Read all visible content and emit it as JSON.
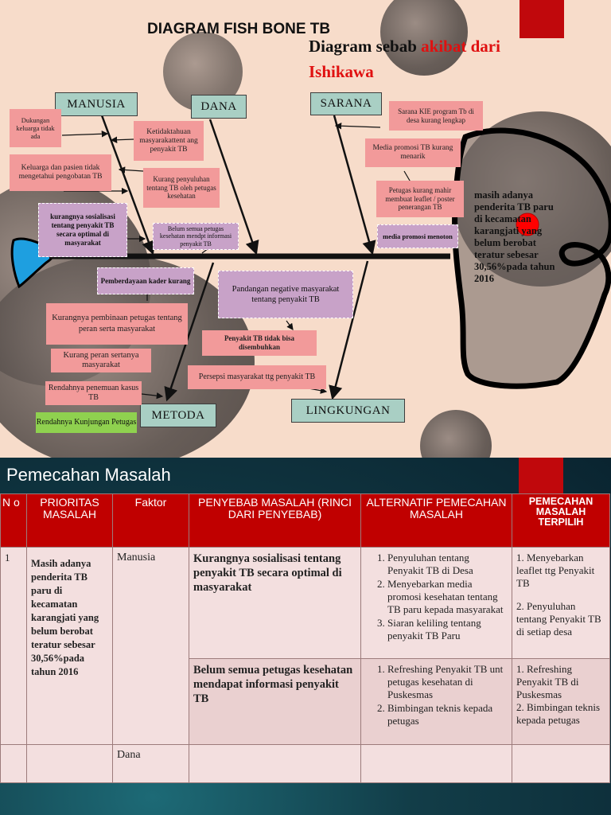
{
  "slide1": {
    "title": "DIAGRAM FISH BONE TB",
    "subtitle_part1": "Diagram sebab ",
    "subtitle_part2": "akibat dari",
    "subtitle_line2": "Ishikawa",
    "categories": {
      "manusia": "MANUSIA",
      "dana": "DANA",
      "sarana": "SARANA",
      "metoda": "METODA",
      "lingkungan": "LINGKUNGAN"
    },
    "causes": {
      "dukungan_keluarga": "Dukungan keluarga tidak ada",
      "keluarga_pasien": "Keluarga dan pasien tidak mengetahui pengobatan TB",
      "ketidaktahuan": "Ketidaktahuan masyarakattent ang penyakit TB",
      "kurang_penyuluhan": "Kurang penyuluhan tentang TB oleh petugas kesehatan",
      "kurangnya_sosialisasi": "kurangnya sosialisasi tentang penyakit TB secara optimal di masyarakat",
      "belum_semua_petugas": "Belum semua petugas kesehatan mendpt informasi penyakit TB",
      "sarana_kie": "Sarana KIE program Tb di desa kurang lengkap",
      "media_promosi": "Media promosi TB kurang menarik",
      "petugas_kurang_mahir": "Petugas kurang mahir membuat leaflet / poster penerangan TB",
      "media_promosi_menoton": "media promosi menoton",
      "pemberdayaan_kader": "Pemberdayaan kader kurang",
      "pembinaan_petugas": "Kurangnya pembinaan petugas tentang peran serta  masyarakat",
      "kurang_peran": "Kurang peran sertanya masyarakat",
      "penemuan_kasus": "Rendahnya penemuan kasus TB",
      "kunjungan_petugas": "Rendahnya Kunjungan Petugas",
      "pandangan_negative": "Pandangan negative masyarakat tentang penyakit TB",
      "tidak_bisa_sembuh": "Penyakit TB tidak bisa disembuhkan",
      "persepsi": "Persepsi masyarakat ttg penyakit TB"
    },
    "effect": "masih adanya penderita TB paru di kecamatan karangjati yang belum berobat teratur sebesar 30,56%pada tahun 2016",
    "colors": {
      "pink": "#f29a9a",
      "purple": "#c8a2c8",
      "green": "#8fd14f",
      "teal": "#a9cfc4",
      "head_blue": "#1e9fe0",
      "dot_red": "#ff0000"
    }
  },
  "slide2": {
    "title": "Pemecahan Masalah",
    "headers": [
      "N o",
      "PRIORITAS MASALAH",
      "Faktor",
      "PENYEBAB MASALAH (RINCI DARI PENYEBAB)",
      "ALTERNATIF PEMECAHAN MASALAH",
      "PEMECAHAN MASALAH TERPILIH"
    ],
    "row1": {
      "no": "1",
      "prioritas": "Masih adanya penderita TB paru di kecamatan karangjati yang belum berobat teratur sebesar 30,56%pada tahun 2016",
      "faktor": "Manusia",
      "penyebab": "Kurangnya sosialisasi tentang penyakit TB secara optimal di masyarakat",
      "alternatif": [
        "Penyuluhan tentang Penyakit TB di Desa",
        "Menyebarkan media promosi kesehatan tentang TB paru kepada masyarakat",
        "Siaran keliling tentang penyakit TB Paru"
      ],
      "terpilih_1": "1. Menyebarkan leaflet ttg Penyakit TB",
      "terpilih_2": "2. Penyuluhan tentang Penyakit TB di setiap desa"
    },
    "row2": {
      "penyebab": "Belum semua petugas kesehatan mendapat informasi penyakit TB",
      "alternatif": [
        "Refreshing Penyakit TB unt petugas kesehatan di Puskesmas",
        "Bimbingan teknis kepada petugas"
      ],
      "terpilih_1": "1. Refreshing Penyakit TB di Puskesmas",
      "terpilih_2": "2. Bimbingan teknis kepada petugas"
    },
    "row3": {
      "faktor": "Dana"
    },
    "colors": {
      "header_red": "#c00000",
      "row_light": "#f3dfdf",
      "row_dark": "#ead0d0"
    }
  }
}
